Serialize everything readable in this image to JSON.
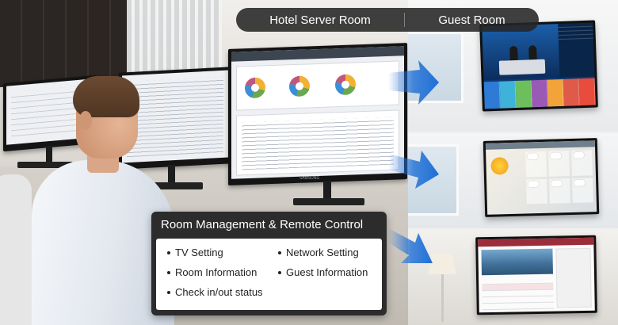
{
  "header": {
    "left_title": "Hotel Server Room",
    "right_title": "Guest Room"
  },
  "info_panel": {
    "title": "Room Management & Remote Control",
    "features": [
      "TV Setting",
      "Network Setting",
      "Room Information",
      "Guest Information",
      "Check in/out status"
    ]
  },
  "server_monitor": {
    "brand": "SAMSUNG"
  },
  "colors": {
    "arrow_blue": "#1f6fd6",
    "bar_dark": "#262626",
    "tile_colors": [
      "#2e7bd6",
      "#3fb2d9",
      "#e05a4a",
      "#f2a43a",
      "#6cbf5a",
      "#9b59b6",
      "#e74c3c"
    ]
  },
  "icons": {
    "arrow": "arrow-right-icon",
    "sun": "sun-icon",
    "cloud": "cloud-icon"
  }
}
